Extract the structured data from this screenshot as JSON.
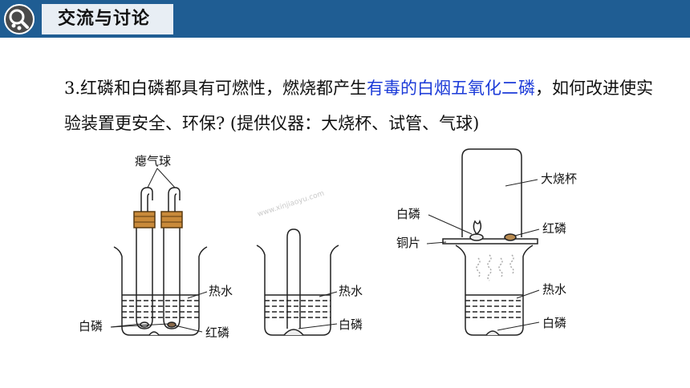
{
  "header": {
    "title": "交流与讨论",
    "bar_color": "#1f5d93"
  },
  "question": {
    "prefix": "3.红磷和白磷都具有可燃性，燃烧都产生",
    "highlight": "有毒的白烟五氧化二磷",
    "suffix": "，如何改进使实验装置更安全、环保? (提供仪器：大烧杯、试管、气球)",
    "highlight_color": "#1c3bd8"
  },
  "diagram1": {
    "balloon_label": "瘪气球",
    "hot_water_label": "热水",
    "white_p_label": "白磷",
    "red_p_label": "红磷"
  },
  "diagram2": {
    "hot_water_label": "热水",
    "white_p_label": "白磷"
  },
  "diagram3": {
    "beaker_label": "大烧杯",
    "white_p_label": "白磷",
    "red_p_label": "红磷",
    "copper_label": "铜片",
    "hot_water_label": "热水",
    "white_p_bottom_label": "白磷"
  },
  "watermark": "www.xinjiaoyu.com"
}
